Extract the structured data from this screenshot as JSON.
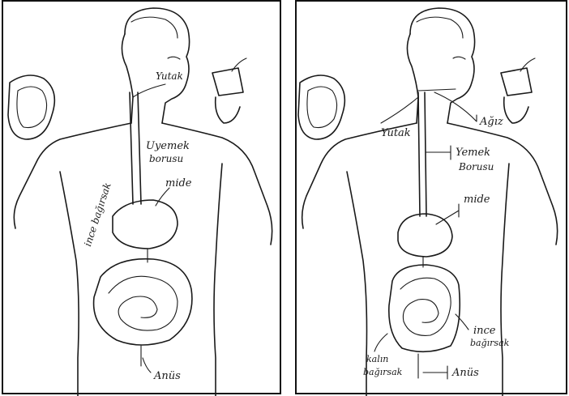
{
  "left_panel": {
    "labels": {
      "yutak": "Yutak",
      "yemek_borusu_1": "Uyemek",
      "yemek_borusu_2": "borusu",
      "mide": "mide",
      "ince_bagirsak": "ince bağırsak",
      "anus": "Anüs"
    }
  },
  "right_panel": {
    "labels": {
      "yutak": "Yutak",
      "agiz": "Ağız",
      "yemek": "Yemek",
      "borusu": "Borusu",
      "mide": "mide",
      "ince": "ince",
      "bagirsak": "bağırsak",
      "kalin": "kalın",
      "kalin_bagirsak": "bağırsak",
      "anus": "Anüs"
    }
  },
  "colors": {
    "ink": "#1a1a1a",
    "paper": "#ffffff",
    "border": "#111111"
  }
}
